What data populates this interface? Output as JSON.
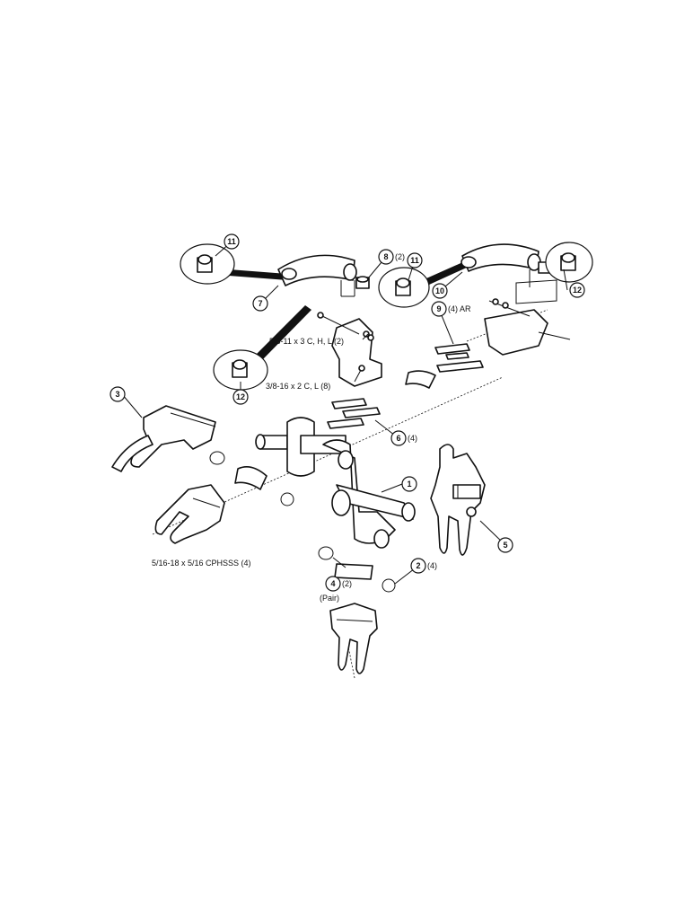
{
  "callouts": {
    "c1": "1",
    "c2": "2",
    "c3": "3",
    "c4": "4",
    "c5": "5",
    "c6": "6",
    "c7": "7",
    "c8": "8",
    "c9": "9",
    "c10": "10",
    "c11a": "11",
    "c11b": "11",
    "c12a": "12",
    "c12b": "12"
  },
  "qty": {
    "q8": "(2)",
    "q9": "(4) AR",
    "q6": "(4)",
    "q2": "(4)",
    "q4": "(2)",
    "q4b": "(Pair)"
  },
  "hardware": {
    "bolt_a": "5/8-11 x 3 C, H, L (2)",
    "bolt_b": "3/8-16 x 2  C, L (8)",
    "setscrew": "5/16-18 x 5/16 CPHSSS (4)"
  }
}
